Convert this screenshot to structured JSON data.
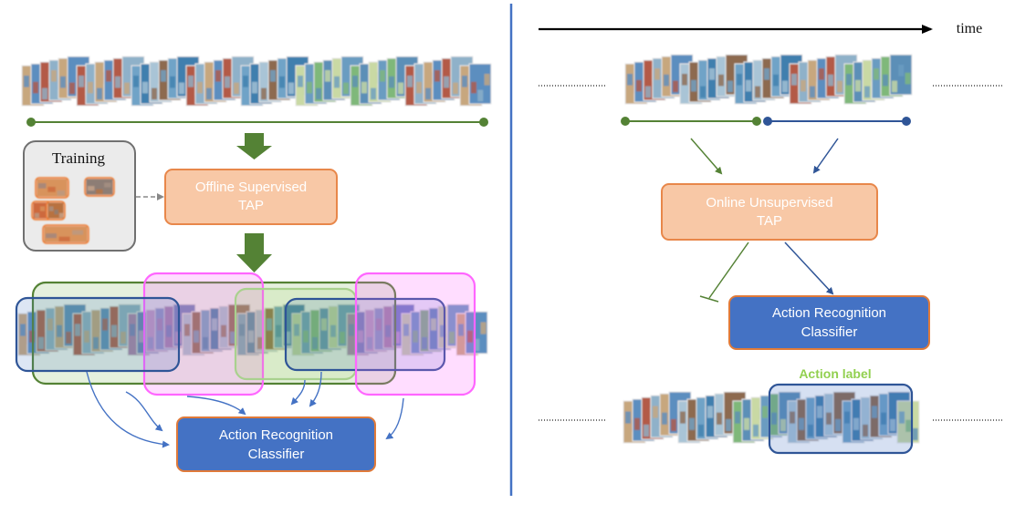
{
  "left": {
    "training_label": "Training",
    "tap_label": "Offline Supervised\nTAP",
    "classifier_label": "Action Recognition\nClassifier"
  },
  "right": {
    "time_label": "time",
    "tap_label": "Online Unsupervised\nTAP",
    "classifier_label": "Action Recognition\nClassifier",
    "action_label": "Action label"
  },
  "colors": {
    "green": "#548235",
    "blue": "#2f5597",
    "orange": "#ed7d31",
    "peach": "#f8cbad",
    "classifier_blue": "#4472c4",
    "magenta": "#ff66ff",
    "light_green": "#92d050",
    "divider": "#4472c4"
  }
}
